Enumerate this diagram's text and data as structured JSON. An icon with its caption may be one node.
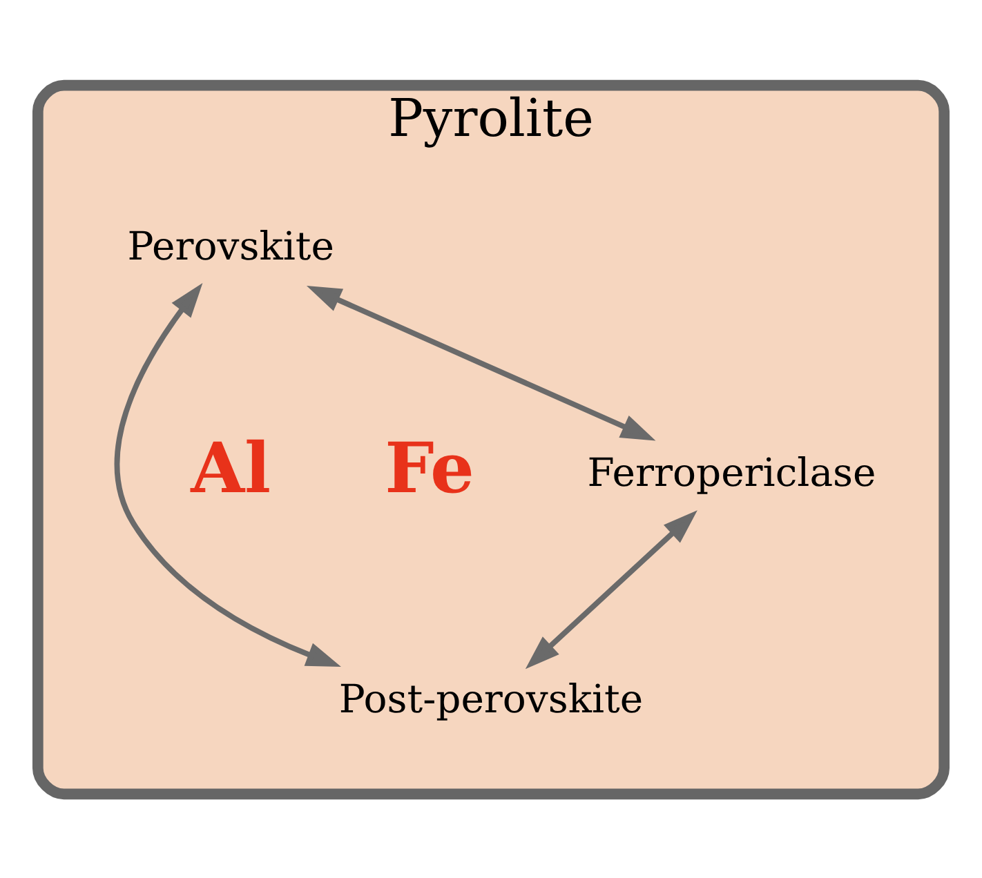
{
  "diagram": {
    "nodes": [
      {
        "text": [
          "Pyrolite"
        ]
      },
      {
        "text": [
          "Perovskite"
        ],
        "in": 0
      },
      {
        "text": [
          "Ferropericlase"
        ],
        "in": 0
      },
      {
        "text": [
          "Post-perovskite"
        ],
        "in": 0
      }
    ],
    "edges": [
      {
        "from": 1,
        "to": 3,
        "arrow": "both"
      },
      {
        "from": 1,
        "to": 2,
        "arrow": "both"
      },
      {
        "from": 2,
        "to": 3,
        "arrow": "both"
      }
    ],
    "labels": [
      "Al",
      "Fe"
    ]
  }
}
